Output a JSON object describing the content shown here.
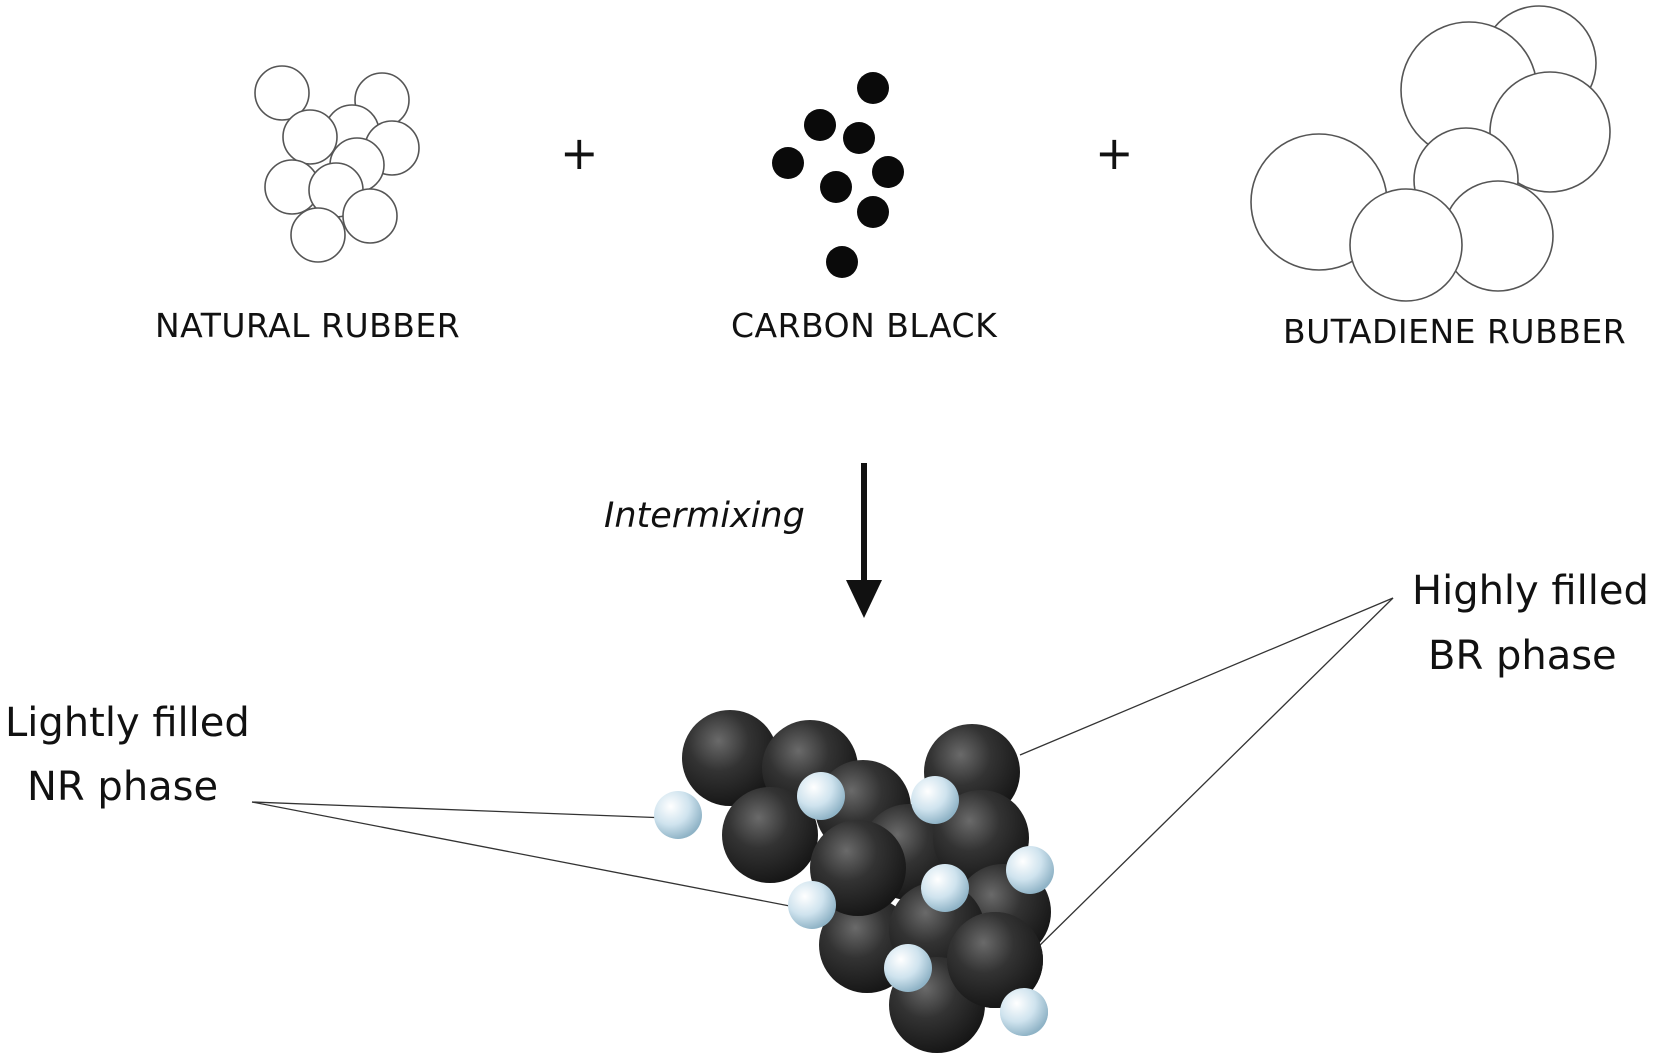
{
  "inputs": {
    "natural_rubber": "NATURAL RUBBER",
    "carbon_black": "CARBON BLACK",
    "butadiene_rubber": "BUTADIENE RUBBER"
  },
  "operators": {
    "plus_1": "+",
    "plus_2": "+"
  },
  "process": {
    "label": "Intermixing"
  },
  "result": {
    "nr_phase": {
      "line1": "Lightly filled",
      "line2": "NR phase"
    },
    "br_phase": {
      "line1": "Highly filled",
      "line2": "BR phase"
    }
  },
  "colors": {
    "dark_particle": "#2b2b2b",
    "light_particle": "#c9dfea",
    "ink": "#111111"
  }
}
